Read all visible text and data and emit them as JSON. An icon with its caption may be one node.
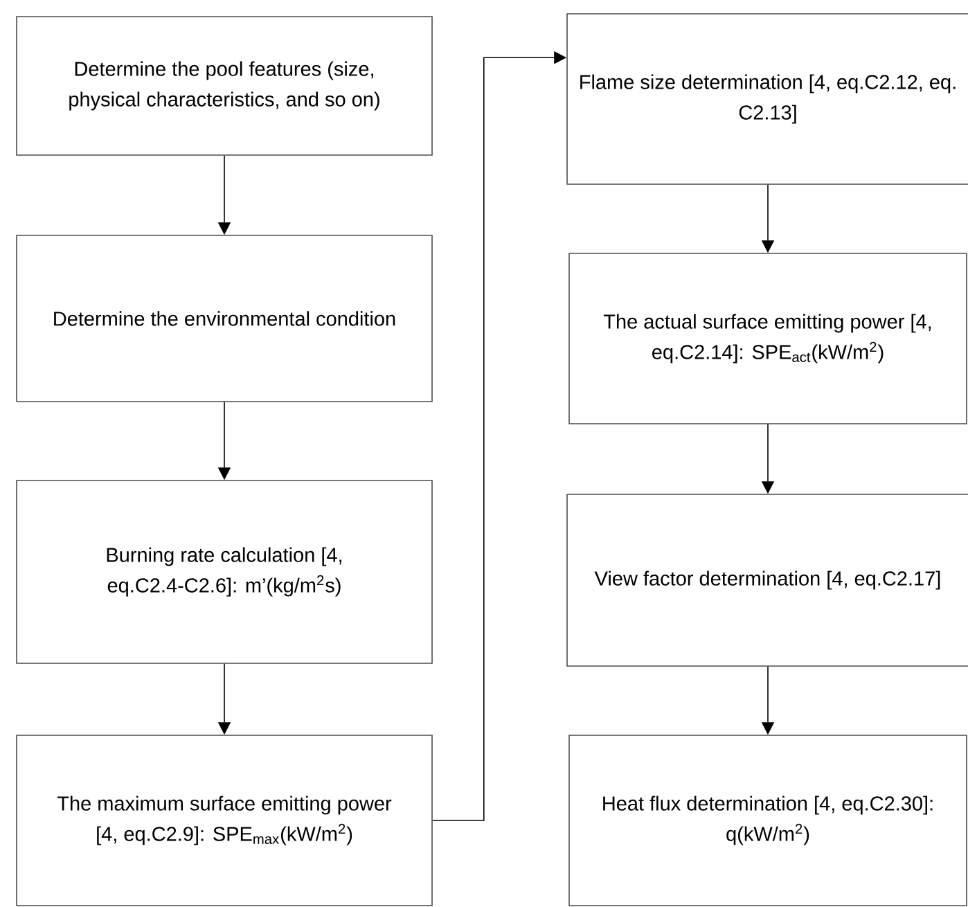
{
  "diagram": {
    "nodes": [
      {
        "text": [
          "Determine the pool features (size, physical characteristics, and so on)"
        ]
      },
      {
        "text": [
          "Determine the environmental condition"
        ]
      },
      {
        "text": [
          "Burning rate calculation [4, eq.C2.4-C2.6]: m’(kg/m$^{2}$s)"
        ]
      },
      {
        "text": [
          "The maximum surface emitting power [4, eq.C2.9]: SPE$_{max}$(kW/m$^{2}$)"
        ]
      },
      {
        "text": [
          "Flame size determination [4, eq.C2.12, eq. C2.13]"
        ]
      },
      {
        "text": [
          "The actual surface emitting power  [4, eq.C2.14]: SPE$_{act}$(kW/m$^{2}$)"
        ]
      },
      {
        "text": [
          "View factor determination [4, eq.C2.17]"
        ]
      },
      {
        "text": [
          "Heat flux determination [4, eq.C2.30]: q(kW/m$^{2}$)"
        ]
      }
    ],
    "edges": [
      {
        "from": 0,
        "to": 1,
        "arrow": "to"
      },
      {
        "from": 1,
        "to": 2,
        "arrow": "to"
      },
      {
        "from": 2,
        "to": 3,
        "arrow": "to"
      },
      {
        "from": 3,
        "to": 4,
        "arrow": "to"
      },
      {
        "from": 4,
        "to": 5,
        "arrow": "to"
      },
      {
        "from": 5,
        "to": 6,
        "arrow": "to"
      },
      {
        "from": 6,
        "to": 7,
        "arrow": "to"
      }
    ]
  }
}
